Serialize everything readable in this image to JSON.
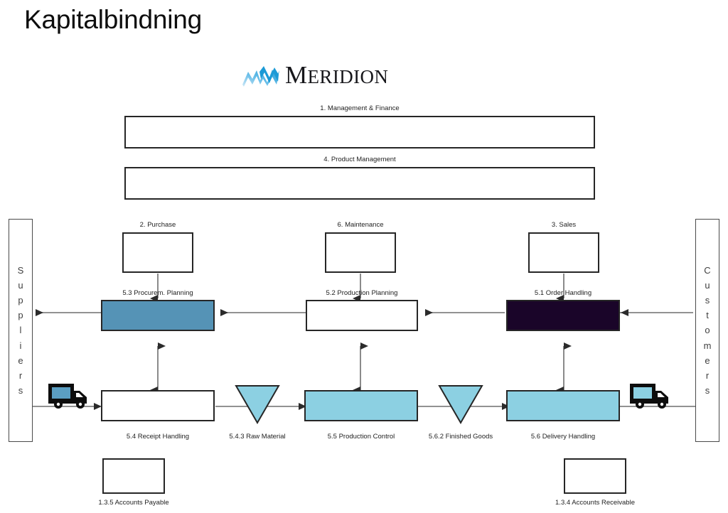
{
  "slide": {
    "title": "Kapitalbindning",
    "background": "#ffffff"
  },
  "logo": {
    "name": "meridion-logo",
    "wordmark_first": "M",
    "wordmark_rest": "ERIDION",
    "mark_color_dark": "#1b9ad6",
    "mark_color_light": "#a8d8f0",
    "text_color": "#17171b"
  },
  "colors": {
    "steel_blue": "#5593b6",
    "light_blue": "#8cd0e2",
    "dark_navy": "#1a0529",
    "white": "#ffffff",
    "outline": "#262626",
    "wire": "#6e6e6e"
  },
  "sidebars": [
    {
      "id": "suppliers",
      "label": "Suppliers",
      "letters": [
        "S",
        "u",
        "p",
        "p",
        "l",
        "i",
        "e",
        "r",
        "s"
      ]
    },
    {
      "id": "customers",
      "label": "Customers",
      "letters": [
        "C",
        "u",
        "s",
        "t",
        "o",
        "m",
        "e",
        "r",
        "s"
      ]
    }
  ],
  "bands": [
    {
      "id": "management-finance",
      "label": "1. Management & Finance",
      "fill": "#ffffff"
    },
    {
      "id": "product-management",
      "label": "4. Product Management",
      "fill": "#ffffff"
    }
  ],
  "support_boxes": [
    {
      "id": "purchase",
      "label": "2. Purchase",
      "fill": "#ffffff"
    },
    {
      "id": "maintenance",
      "label": "6. Maintenance",
      "fill": "#ffffff"
    },
    {
      "id": "sales",
      "label": "3. Sales",
      "fill": "#ffffff"
    }
  ],
  "planning_boxes": [
    {
      "id": "procurement-planning",
      "label": "5.3 Procurem. Planning",
      "fill": "#5593b6"
    },
    {
      "id": "production-planning",
      "label": "5.2 Production Planning",
      "fill": "#ffffff"
    },
    {
      "id": "order-handling",
      "label": "5.1 Order Handling",
      "fill": "#1a0529"
    }
  ],
  "process_boxes": [
    {
      "id": "receipt-handling",
      "label": "5.4 Receipt Handling",
      "fill": "#ffffff"
    },
    {
      "id": "production-control",
      "label": "5.5 Production Control",
      "fill": "#8cd0e2"
    },
    {
      "id": "delivery-handling",
      "label": "5.6 Delivery Handling",
      "fill": "#8cd0e2"
    }
  ],
  "inventory_triangles": [
    {
      "id": "raw-material",
      "label": "5.4.3 Raw Material",
      "fill": "#8cd0e2"
    },
    {
      "id": "finished-goods",
      "label": "5.6.2 Finished Goods",
      "fill": "#8cd0e2"
    }
  ],
  "account_boxes": [
    {
      "id": "accounts-payable",
      "label": "1.3.5 Accounts Payable",
      "fill": "#ffffff"
    },
    {
      "id": "accounts-receivable",
      "label": "1.3.4 Accounts Receivable",
      "fill": "#ffffff"
    }
  ],
  "trucks": [
    {
      "id": "inbound-truck",
      "cargo_fill": "#5b9ec2"
    },
    {
      "id": "outbound-truck",
      "cargo_fill": "#8cd0e2"
    }
  ]
}
